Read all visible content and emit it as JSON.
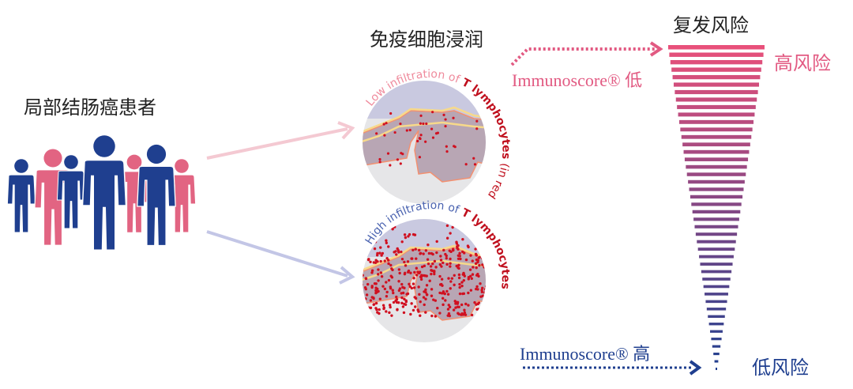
{
  "patients_label": "局部结肠癌患者",
  "infiltration_label": "免疫细胞浸润",
  "risk_label": "复发风险",
  "high_risk_label": "高风险",
  "low_risk_label": "低风险",
  "low_circle": {
    "text_a": "Low infiltration of ",
    "text_b": "T lymphocytes",
    "text_c": " (in red)"
  },
  "high_circle": {
    "text_a": "High infiltration of ",
    "text_b": "T lymphocytes"
  },
  "immunoscore_low": "Immunoscore® 低",
  "immunoscore_high": "Immunoscore® 高",
  "colors": {
    "pink": "#e25a82",
    "navy": "#1f3f8f",
    "red": "#d01020",
    "blue_text": "#4a63b0"
  }
}
